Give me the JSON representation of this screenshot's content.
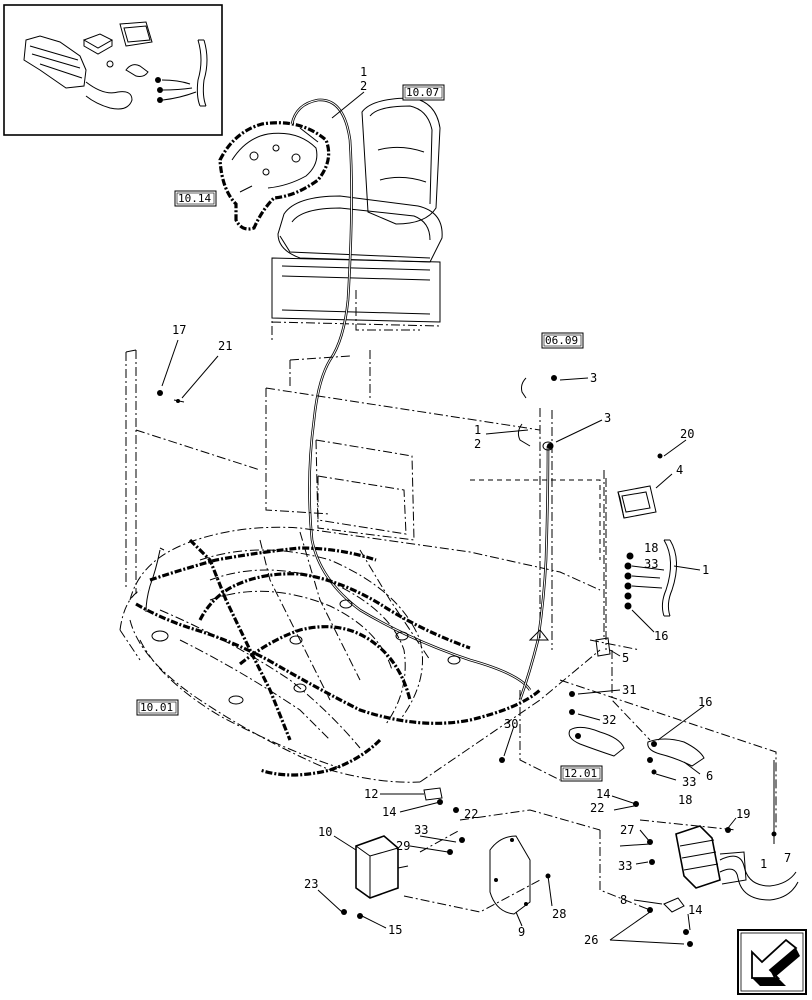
{
  "reference_boxes": [
    "10.07",
    "10.14",
    "06.09",
    "12.01",
    "10.01"
  ],
  "callouts": [
    "1",
    "2",
    "17",
    "21",
    "3",
    "1",
    "2",
    "3",
    "20",
    "4",
    "18",
    "33",
    "1",
    "16",
    "5",
    "31",
    "32",
    "30",
    "16",
    "6",
    "33",
    "18",
    "12",
    "14",
    "22",
    "14",
    "22",
    "19",
    "27",
    "10",
    "33",
    "29",
    "1",
    "7",
    "33",
    "23",
    "15",
    "9",
    "28",
    "8",
    "14",
    "26"
  ]
}
